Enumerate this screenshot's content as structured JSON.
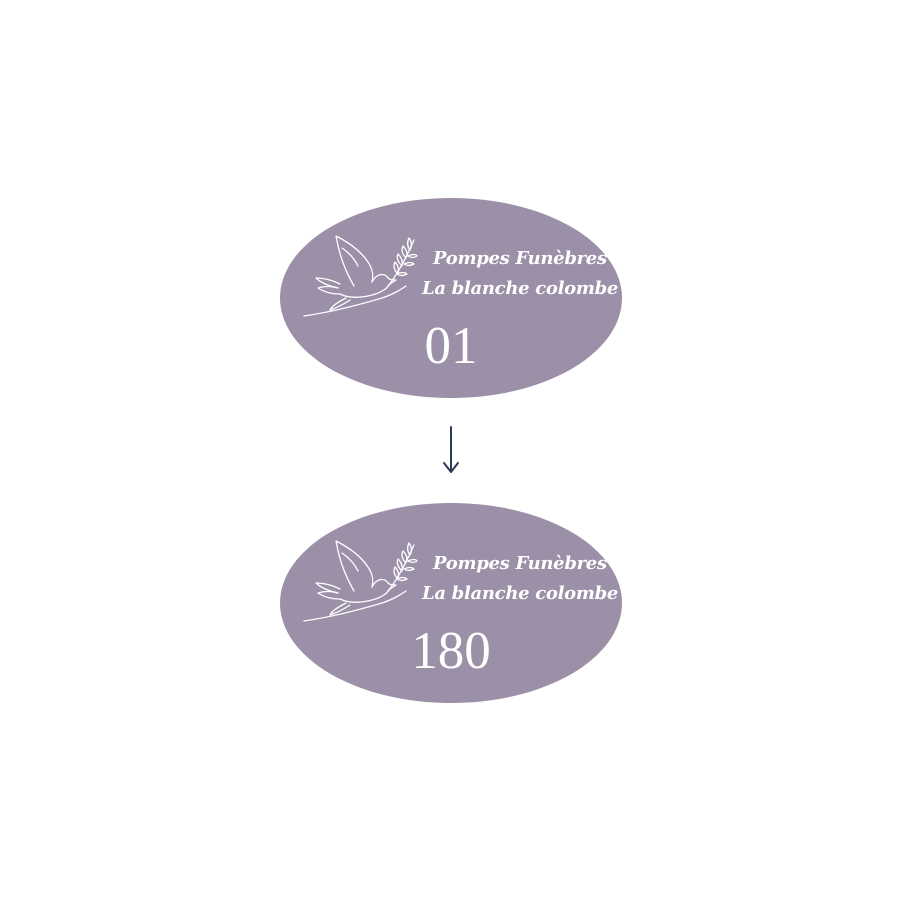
{
  "colors": {
    "plate": "#9c8fa8",
    "text": "#ffffff",
    "arrow": "#2b3a55"
  },
  "plates": [
    {
      "line1": "Pompes Funèbres",
      "line2": "La blanche colombe",
      "number": "01",
      "icon": "dove-with-olive-branch-icon"
    },
    {
      "line1": "Pompes Funèbres",
      "line2": "La blanche colombe",
      "number": "180",
      "icon": "dove-with-olive-branch-icon"
    }
  ],
  "arrow_icon": "arrow-down-icon"
}
